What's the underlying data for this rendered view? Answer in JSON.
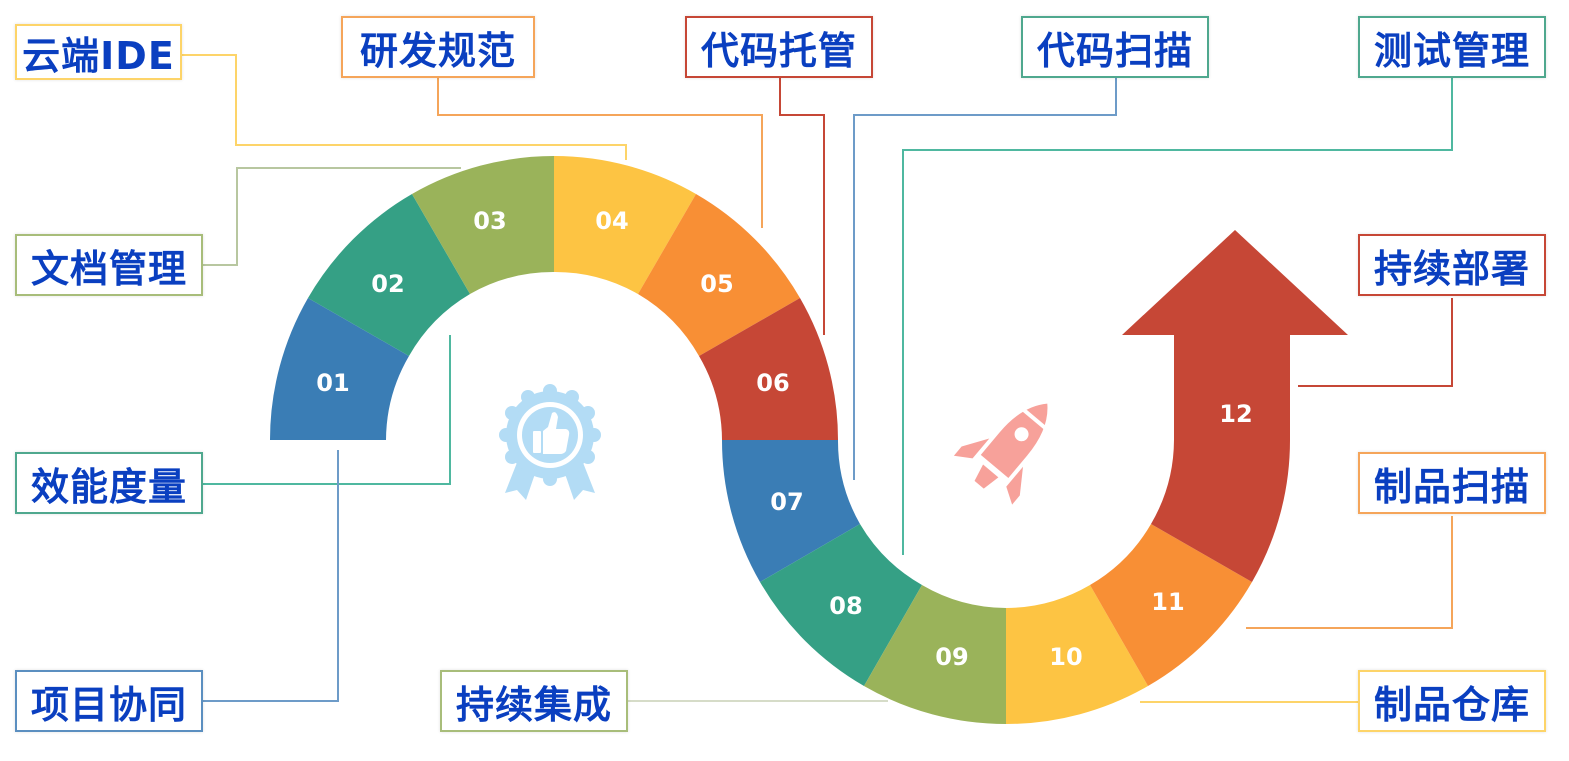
{
  "diagram": {
    "segments": [
      {
        "num": "01",
        "color": "#3a7db5"
      },
      {
        "num": "02",
        "color": "#35a085"
      },
      {
        "num": "03",
        "color": "#9ab35a"
      },
      {
        "num": "04",
        "color": "#fdc443"
      },
      {
        "num": "05",
        "color": "#f88f35"
      },
      {
        "num": "06",
        "color": "#c64736"
      },
      {
        "num": "07",
        "color": "#3a7db5"
      },
      {
        "num": "08",
        "color": "#35a085"
      },
      {
        "num": "09",
        "color": "#9ab35a"
      },
      {
        "num": "10",
        "color": "#fdc443"
      },
      {
        "num": "11",
        "color": "#f88f35"
      },
      {
        "num": "12",
        "color": "#c64736"
      }
    ],
    "labels": [
      {
        "text": "云端IDE",
        "border": "#fdd469"
      },
      {
        "text": "研发规范",
        "border": "#f5a55a"
      },
      {
        "text": "代码托管",
        "border": "#c64736"
      },
      {
        "text": "代码扫描",
        "border": "#4fa88e"
      },
      {
        "text": "测试管理",
        "border": "#4fa88e"
      },
      {
        "text": "文档管理",
        "border": "#a8bd7a"
      },
      {
        "text": "持续部署",
        "border": "#c64736"
      },
      {
        "text": "效能度量",
        "border": "#4fa88e"
      },
      {
        "text": "制品扫描",
        "border": "#f5a55a"
      },
      {
        "text": "项目协同",
        "border": "#5b8fc0"
      },
      {
        "text": "持续集成",
        "border": "#a8bd7a"
      },
      {
        "text": "制品仓库",
        "border": "#fdd469"
      }
    ],
    "icons": {
      "badge": {
        "name": "thumbs-up-award-badge",
        "color": "#b3dcf5"
      },
      "rocket": {
        "name": "rocket",
        "color": "#f7a19a"
      }
    },
    "text_color": "#0a3fc0"
  }
}
